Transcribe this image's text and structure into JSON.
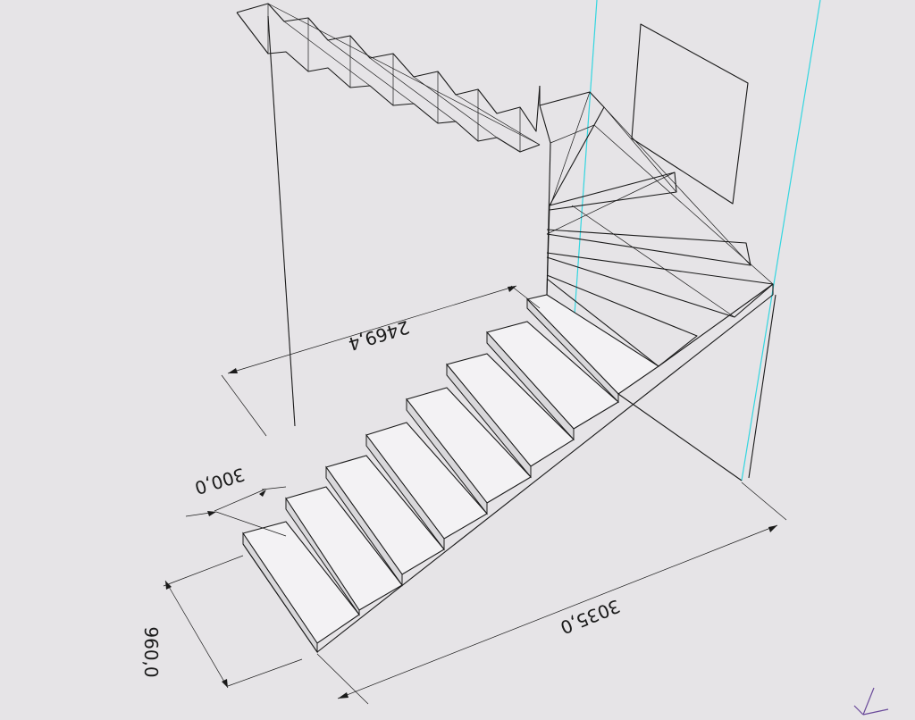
{
  "dimensions": {
    "width_top": "2469,4",
    "tread_depth": "300,0",
    "flight_length": "3035,0",
    "stair_width": "960,0"
  },
  "colors": {
    "background": "#e6e4e7",
    "line": "#1a1a1a",
    "guide": "#33d6e0"
  },
  "icons": {
    "ucs": "ucs-axis-icon"
  }
}
